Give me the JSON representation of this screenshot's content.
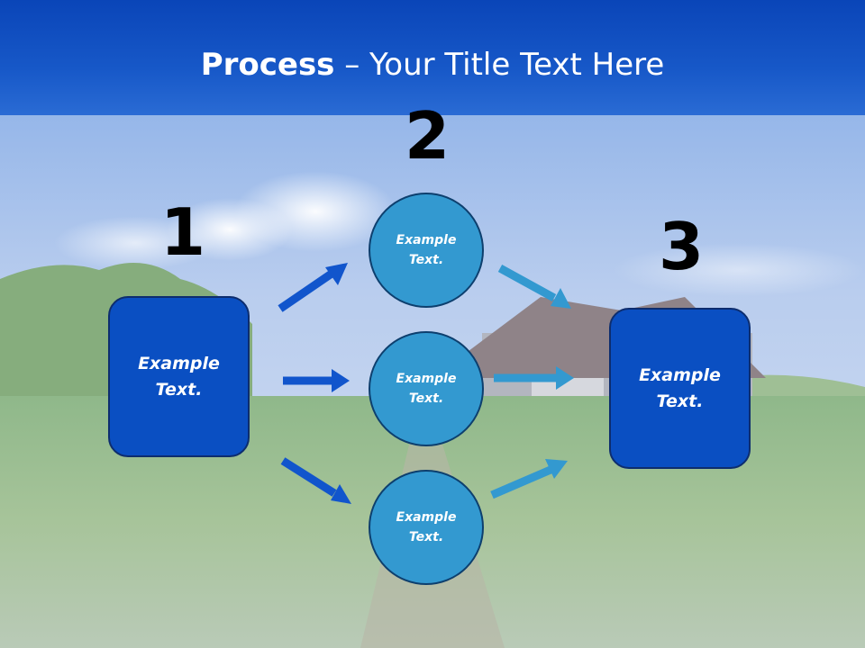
{
  "title": {
    "bold": "Process",
    "rest": " – Your Title Text Here"
  },
  "steps": [
    {
      "number": "1",
      "text": "Example Text."
    },
    {
      "number": "2",
      "items": [
        "Example Text.",
        "Example Text.",
        "Example Text."
      ]
    },
    {
      "number": "3",
      "text": "Example Text."
    }
  ],
  "colors": {
    "title_band": "#1758c8",
    "box": "#0a4fc2",
    "circle": "#3399d0",
    "arrow_dark": "#1155cc",
    "arrow_light": "#3399d0"
  }
}
